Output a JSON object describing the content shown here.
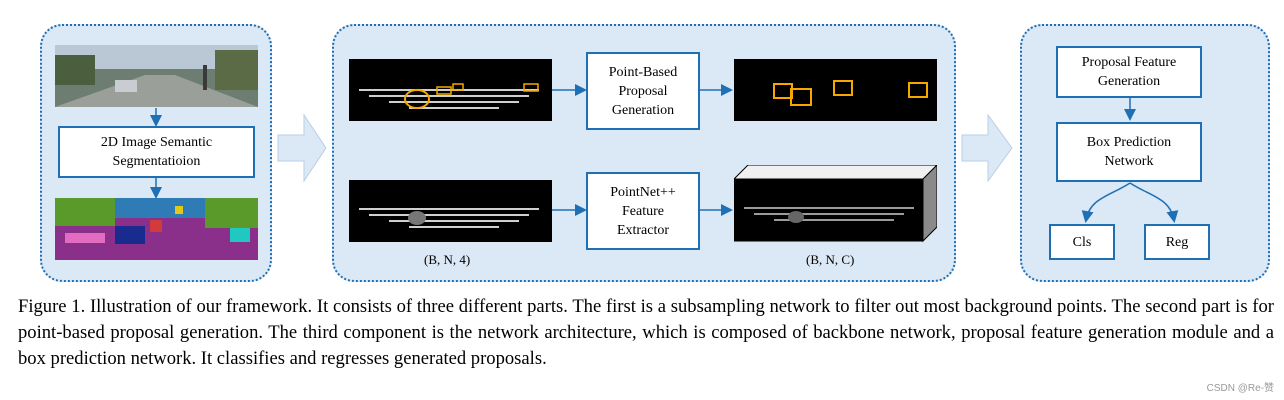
{
  "figure": {
    "segmentation_box": "2D Image Semantic\nSegmentatioion",
    "proposal_box": "Point-Based\nProposal\nGeneration",
    "extractor_box": "PointNet++\nFeature\nExtractor",
    "dims_input": "(B, N, 4)",
    "dims_output": "(B, N, C)",
    "proposal_feature_box": "Proposal Feature\nGeneration",
    "box_prediction_box": "Box Prediction\nNetwork",
    "cls_box": "Cls",
    "reg_box": "Reg"
  },
  "caption": "Figure 1. Illustration of our framework. It consists of three different parts. The first is a subsampling network to filter out most background points. The second part is for point-based proposal generation. The third component is the network architecture, which is composed of backbone network, proposal feature generation module and a box prediction network. It classifies and regresses generated proposals.",
  "watermark": "CSDN @Re-赞",
  "colors": {
    "panel_fill": "#dbe8f5",
    "panel_border": "#1f6fb5",
    "arrow": "#1f6fb5",
    "box_color": "#f5a800"
  }
}
